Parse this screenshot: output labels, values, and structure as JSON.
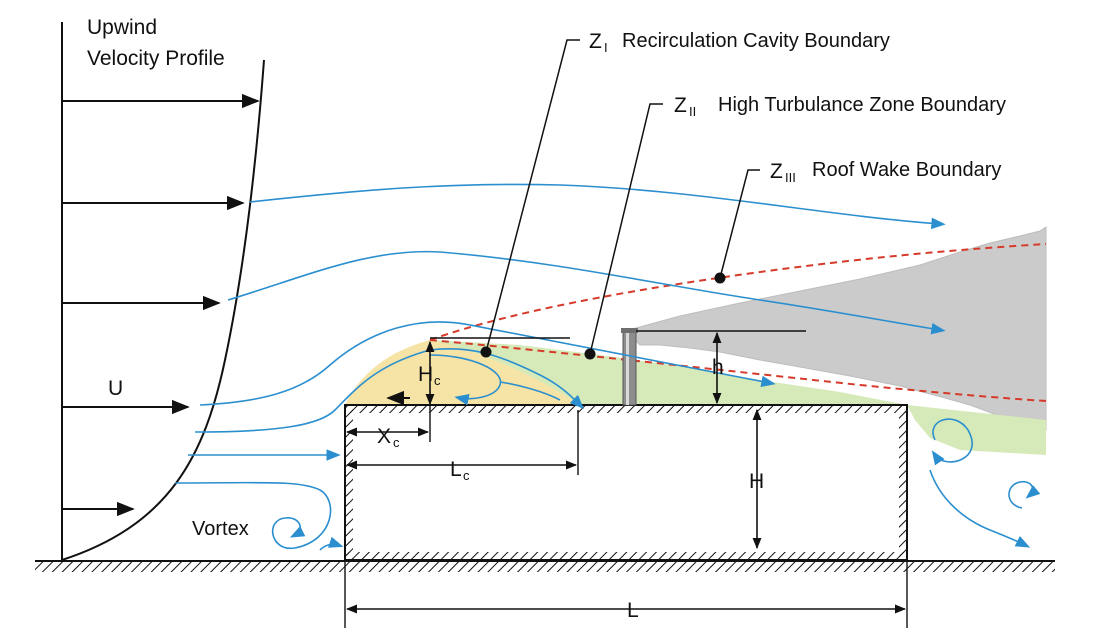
{
  "colors": {
    "flow": "#2b8fcf",
    "cavity_fill": "#f6e3a6",
    "turbulence_fill": "#d6eab9",
    "wake_fill": "#cbcbcb",
    "boundary_dash": "#d63a2a",
    "ink": "#111111"
  },
  "labels": {
    "upwind": "Upwind",
    "velocity_profile": "Velocity Profile",
    "u": "U",
    "vortex": "Vortex",
    "z1_letter": "Z",
    "z1_sub": "I",
    "z1_text": "Recirculation Cavity Boundary",
    "z2_letter": "Z",
    "z2_sub": "II",
    "z2_text": "High Turbulance Zone Boundary",
    "z3_letter": "Z",
    "z3_sub": "III",
    "z3_text": "Roof Wake Boundary",
    "hc_main": "H",
    "hc_sub": "c",
    "xc_main": "X",
    "xc_sub": "c",
    "lc_main": "L",
    "lc_sub": "c",
    "h_small": "h",
    "h_big": "H",
    "l_big": "L"
  }
}
